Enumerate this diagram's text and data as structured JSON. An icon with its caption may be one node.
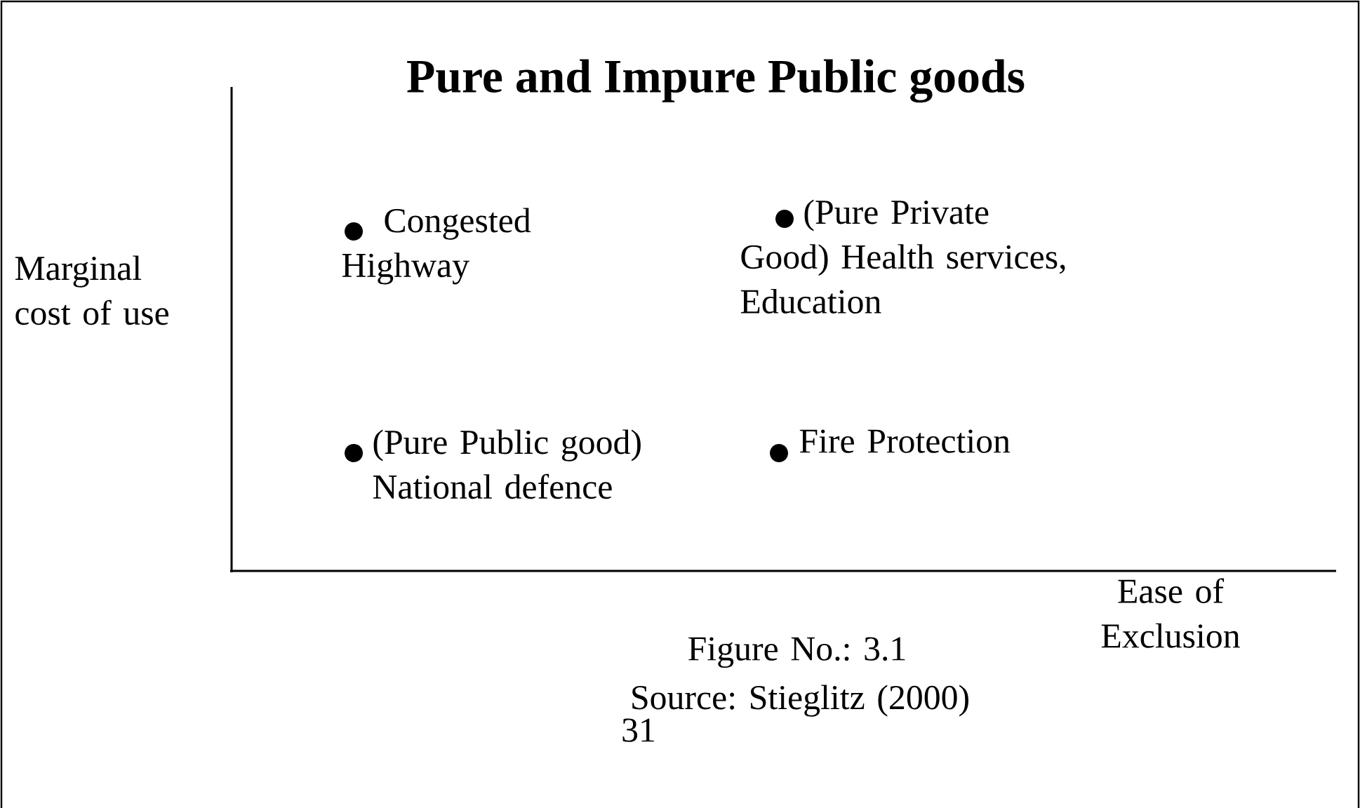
{
  "diagram": {
    "title": "Pure and Impure Public goods",
    "labels": [
      "Marginal cost of use",
      "Congested Highway",
      "(Pure Private Good) Health services, Education",
      "(Pure Public good) National defence",
      "Fire Protection",
      "Ease of Exclusion",
      "Figure No.: 3.1",
      "Source: Stieglitz (2000)",
      "31"
    ]
  }
}
